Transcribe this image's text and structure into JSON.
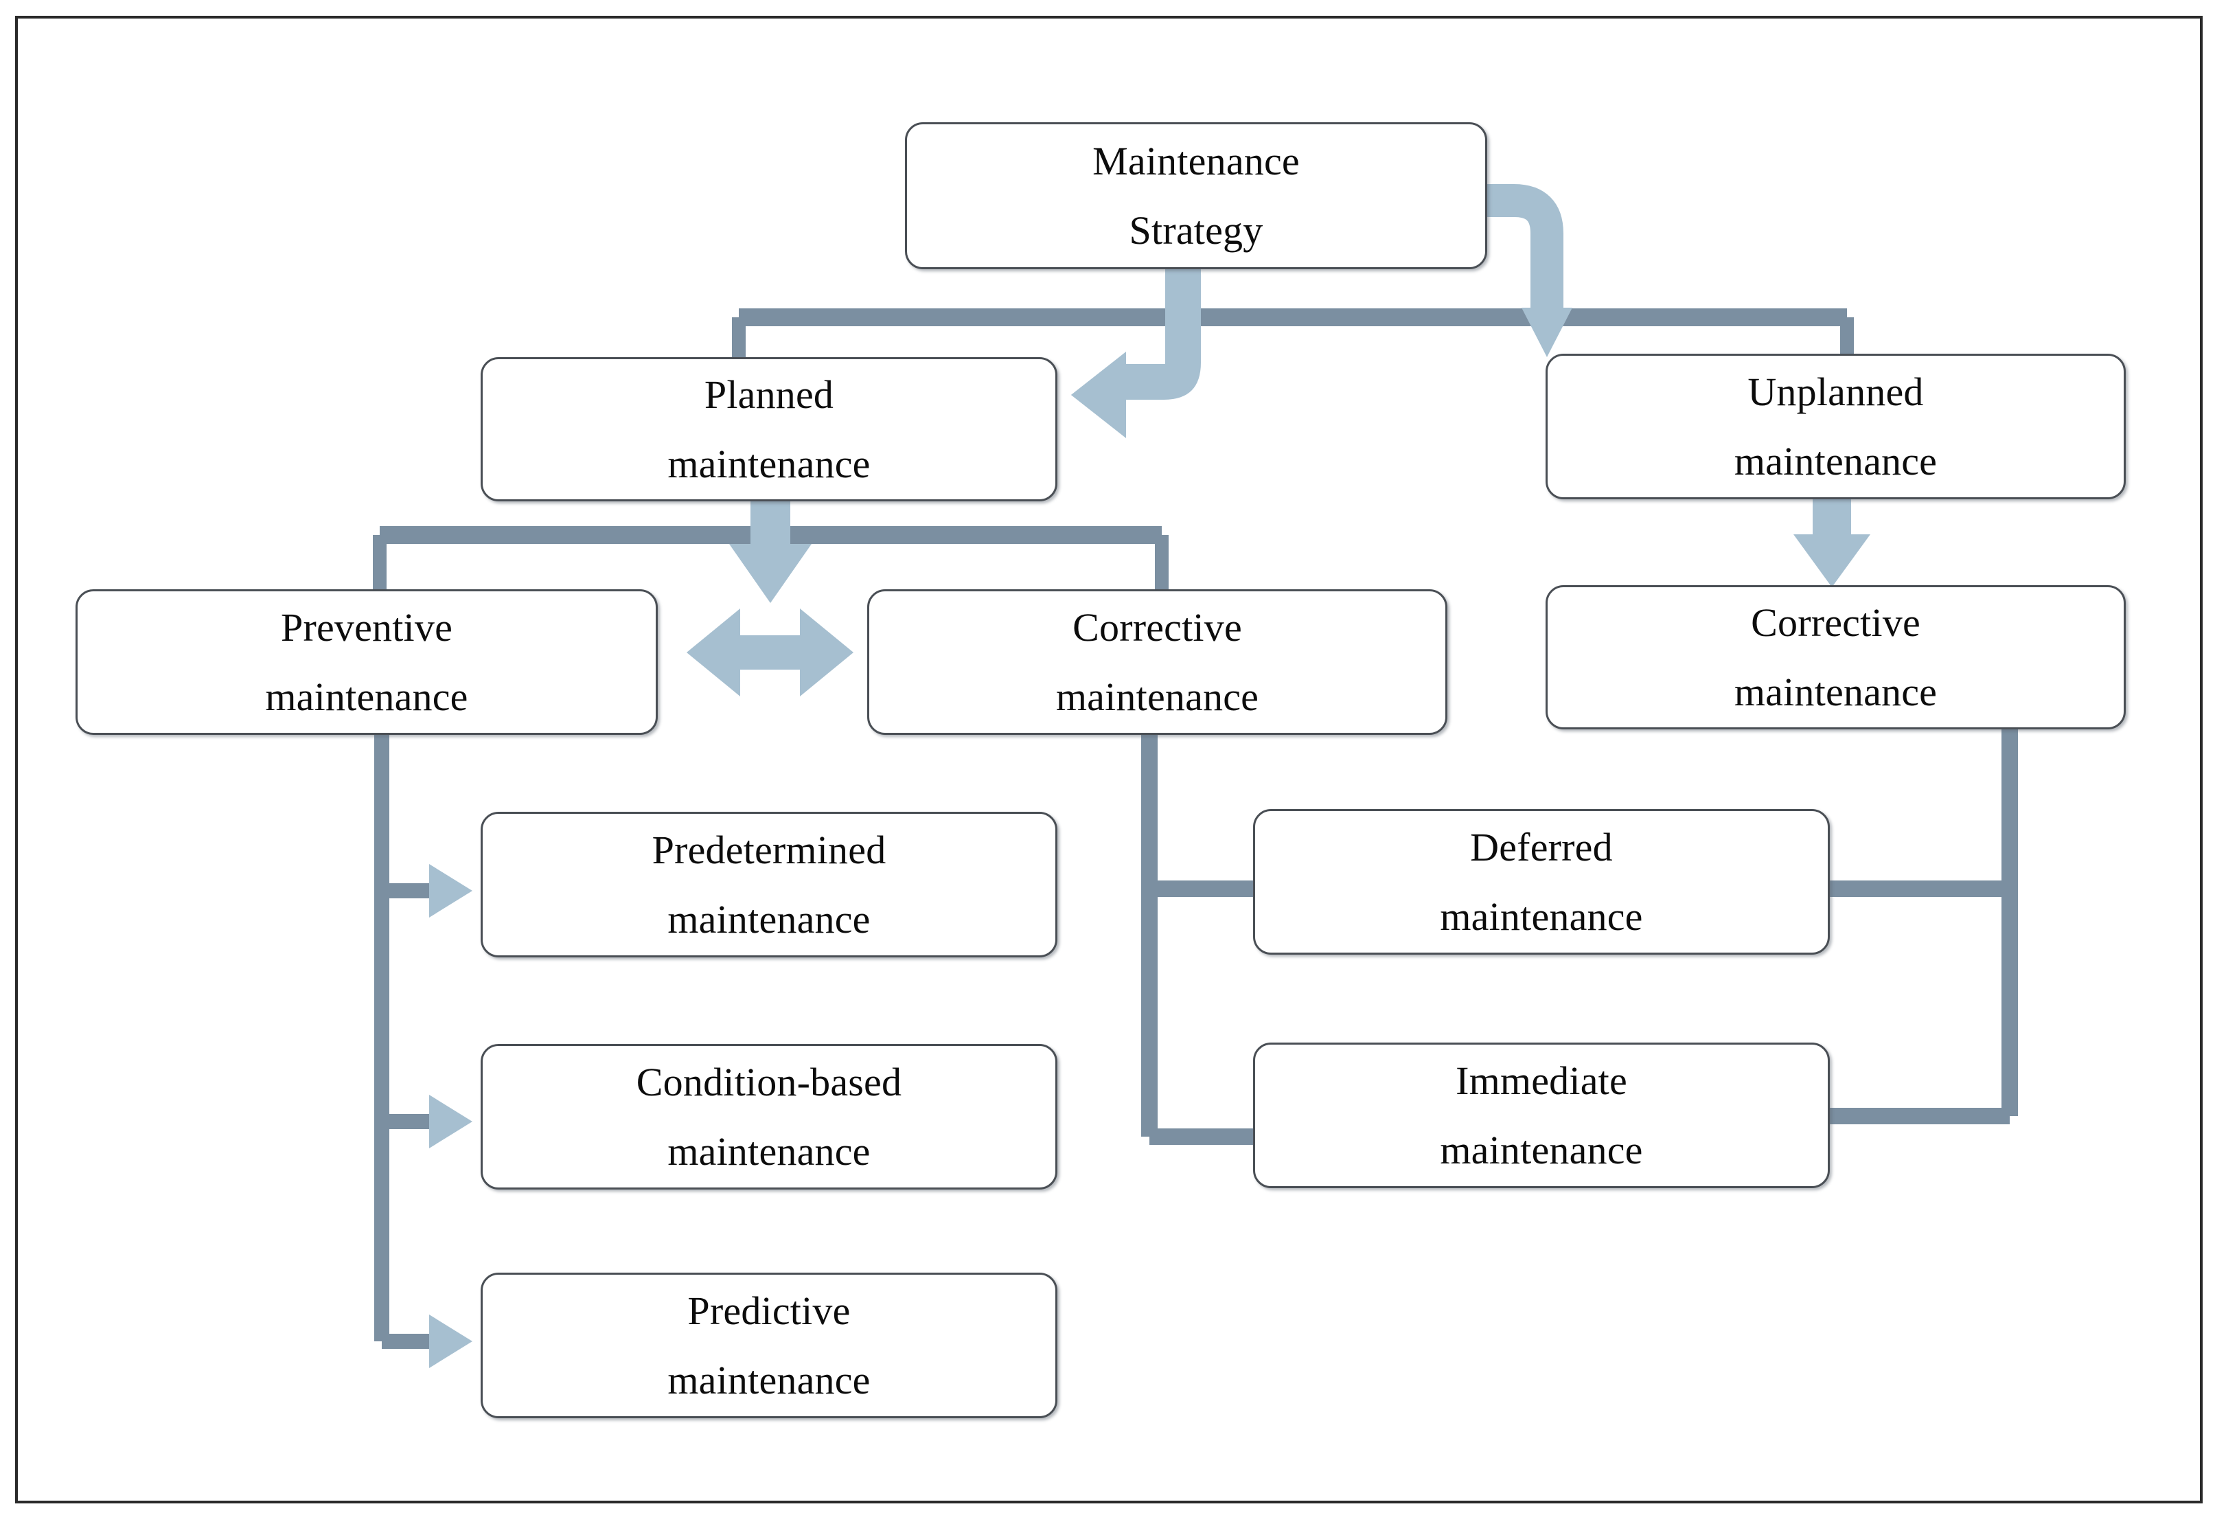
{
  "diagram": {
    "title": "Maintenance Strategy classification",
    "colors": {
      "connector_line": "#7b8fa1",
      "arrow_fill": "#a6bfd0",
      "node_border": "#4a4f55",
      "node_fill": "#ffffff",
      "frame_border": "#2a2a2a",
      "text": "#0c0c0c"
    },
    "nodes": [
      {
        "id": "maintenance-strategy",
        "line1": "Maintenance",
        "line2": "Strategy"
      },
      {
        "id": "planned-maintenance",
        "line1": "Planned",
        "line2": "maintenance"
      },
      {
        "id": "unplanned-maintenance",
        "line1": "Unplanned",
        "line2": "maintenance"
      },
      {
        "id": "preventive-maintenance",
        "line1": "Preventive",
        "line2": "maintenance"
      },
      {
        "id": "corrective-maintenance-planned",
        "line1": "Corrective",
        "line2": "maintenance"
      },
      {
        "id": "corrective-maintenance-unplanned",
        "line1": "Corrective",
        "line2": "maintenance"
      },
      {
        "id": "predetermined-maintenance",
        "line1": "Predetermined",
        "line2": "maintenance"
      },
      {
        "id": "condition-based-maintenance",
        "line1": "Condition-based",
        "line2": "maintenance"
      },
      {
        "id": "predictive-maintenance",
        "line1": "Predictive",
        "line2": "maintenance"
      },
      {
        "id": "deferred-maintenance",
        "line1": "Deferred",
        "line2": "maintenance"
      },
      {
        "id": "immediate-maintenance",
        "line1": "Immediate",
        "line2": "maintenance"
      }
    ],
    "edges": [
      {
        "from": "maintenance-strategy",
        "to": "planned-maintenance",
        "kind": "curved-arrow-left"
      },
      {
        "from": "maintenance-strategy",
        "to": "unplanned-maintenance",
        "kind": "curved-arrow-right"
      },
      {
        "from": "planned-maintenance",
        "to": "preventive-maintenance",
        "kind": "elbow"
      },
      {
        "from": "planned-maintenance",
        "to": "corrective-maintenance-planned",
        "kind": "elbow"
      },
      {
        "from": "planned-maintenance",
        "to": "split",
        "kind": "down-arrow"
      },
      {
        "from": "preventive-maintenance",
        "to": "corrective-maintenance-planned",
        "kind": "double-arrow"
      },
      {
        "from": "unplanned-maintenance",
        "to": "corrective-maintenance-unplanned",
        "kind": "down-arrow"
      },
      {
        "from": "preventive-maintenance",
        "to": "predetermined-maintenance",
        "kind": "right-arrow"
      },
      {
        "from": "preventive-maintenance",
        "to": "condition-based-maintenance",
        "kind": "right-arrow"
      },
      {
        "from": "preventive-maintenance",
        "to": "predictive-maintenance",
        "kind": "right-arrow"
      },
      {
        "from": "corrective-maintenance-planned",
        "to": "deferred-maintenance",
        "kind": "elbow"
      },
      {
        "from": "corrective-maintenance-planned",
        "to": "immediate-maintenance",
        "kind": "elbow"
      },
      {
        "from": "corrective-maintenance-unplanned",
        "to": "deferred-maintenance",
        "kind": "elbow"
      },
      {
        "from": "corrective-maintenance-unplanned",
        "to": "immediate-maintenance",
        "kind": "elbow"
      }
    ]
  }
}
